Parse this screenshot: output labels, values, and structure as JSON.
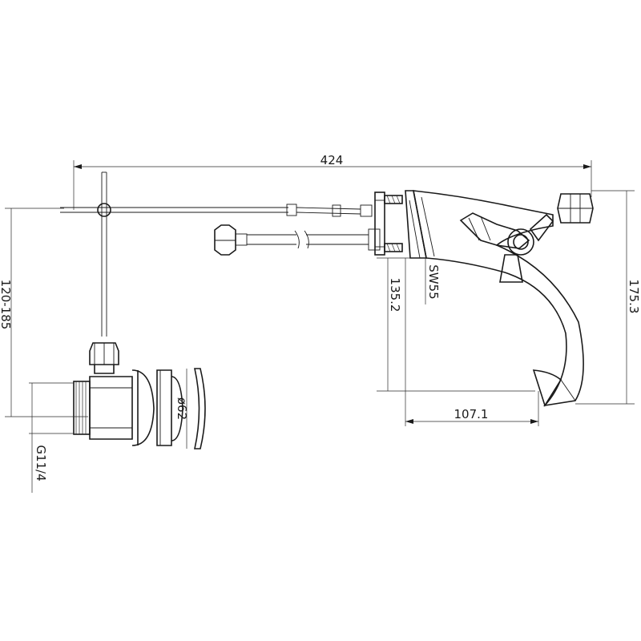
{
  "dimensions": {
    "overall_length": "424",
    "pop_up_range": "120-185",
    "thread": "G11/4",
    "plug_diameter": "ø62",
    "wrench_size": "SW55",
    "mount_height": "135.2",
    "total_height": "175.3",
    "spout_reach": "107.1"
  },
  "colors": {
    "line": "#1a1a1a",
    "background": "#ffffff"
  }
}
